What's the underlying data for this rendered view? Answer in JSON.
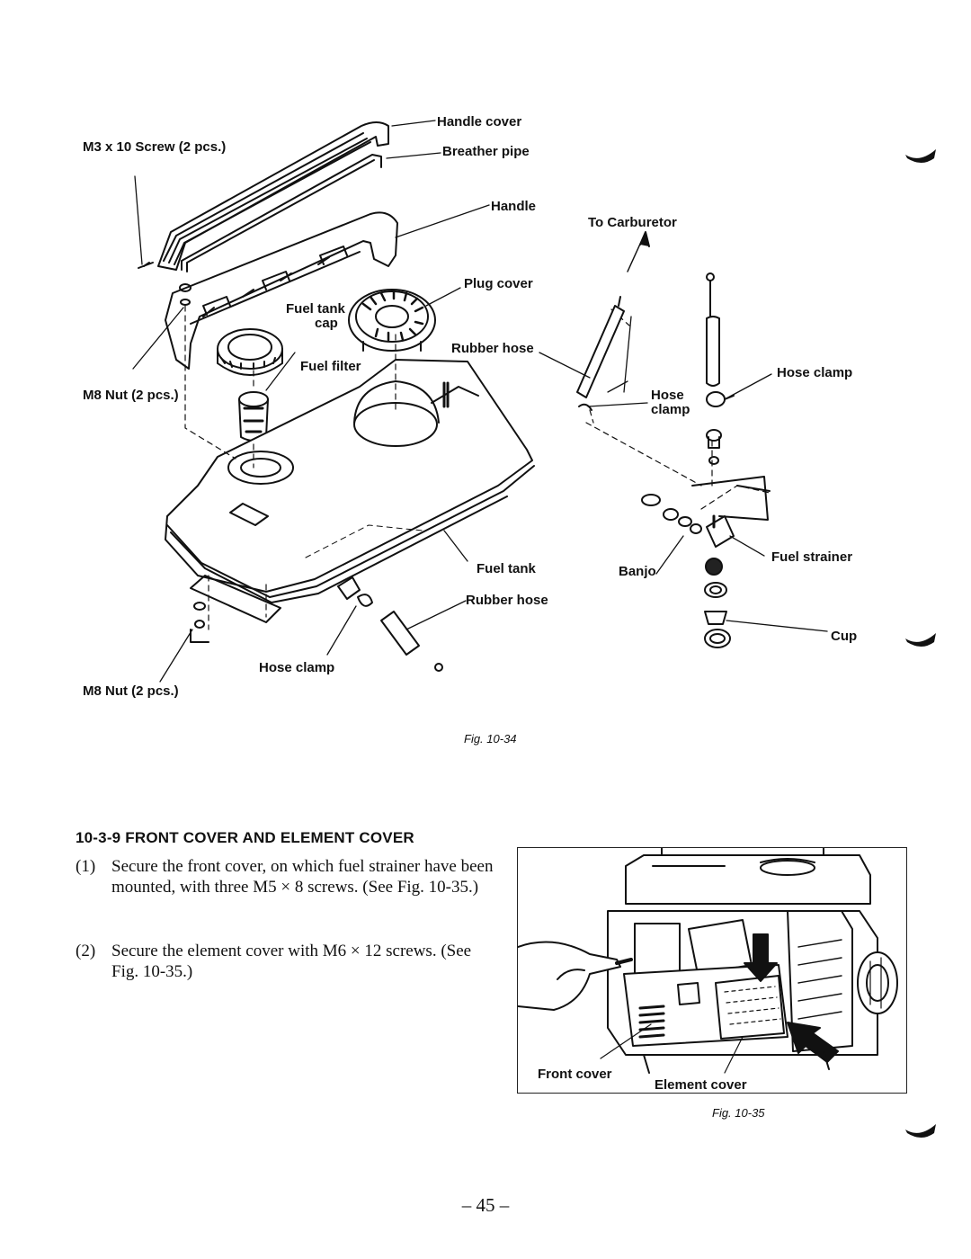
{
  "fig_10_34": {
    "labels": {
      "handle_cover": "Handle cover",
      "screw": "M3 x 10 Screw (2 pcs.)",
      "breather_pipe": "Breather pipe",
      "handle": "Handle",
      "to_carburetor": "To Carburetor",
      "plug_cover": "Plug cover",
      "fuel_tank_cap_1": "Fuel tank",
      "fuel_tank_cap_2": "cap",
      "rubber_hose_upper": "Rubber hose",
      "fuel_filter": "Fuel filter",
      "hose_clamp_right": "Hose clamp",
      "m8_nut_upper": "M8 Nut (2 pcs.)",
      "hose_clamp_mid_1": "Hose",
      "hose_clamp_mid_2": "clamp",
      "fuel_strainer": "Fuel strainer",
      "fuel_tank": "Fuel tank",
      "banjo": "Banjo",
      "rubber_hose_lower": "Rubber hose",
      "cup": "Cup",
      "hose_clamp_lower": "Hose clamp",
      "m8_nut_lower": "M8 Nut (2 pcs.)"
    },
    "caption": "Fig. 10-34"
  },
  "section": {
    "heading": "10-3-9 FRONT COVER AND ELEMENT COVER",
    "steps": [
      {
        "num": "(1)",
        "text": "Secure the front cover, on which fuel strainer have been mounted, with three M5 × 8 screws. (See Fig. 10-35.)"
      },
      {
        "num": "(2)",
        "text": "Secure the element cover with M6 × 12 screws. (See Fig. 10-35.)"
      }
    ]
  },
  "fig_10_35": {
    "labels": {
      "front_cover": "Front cover",
      "element_cover": "Element cover"
    },
    "caption": "Fig. 10-35"
  },
  "page_number": "– 45 –"
}
